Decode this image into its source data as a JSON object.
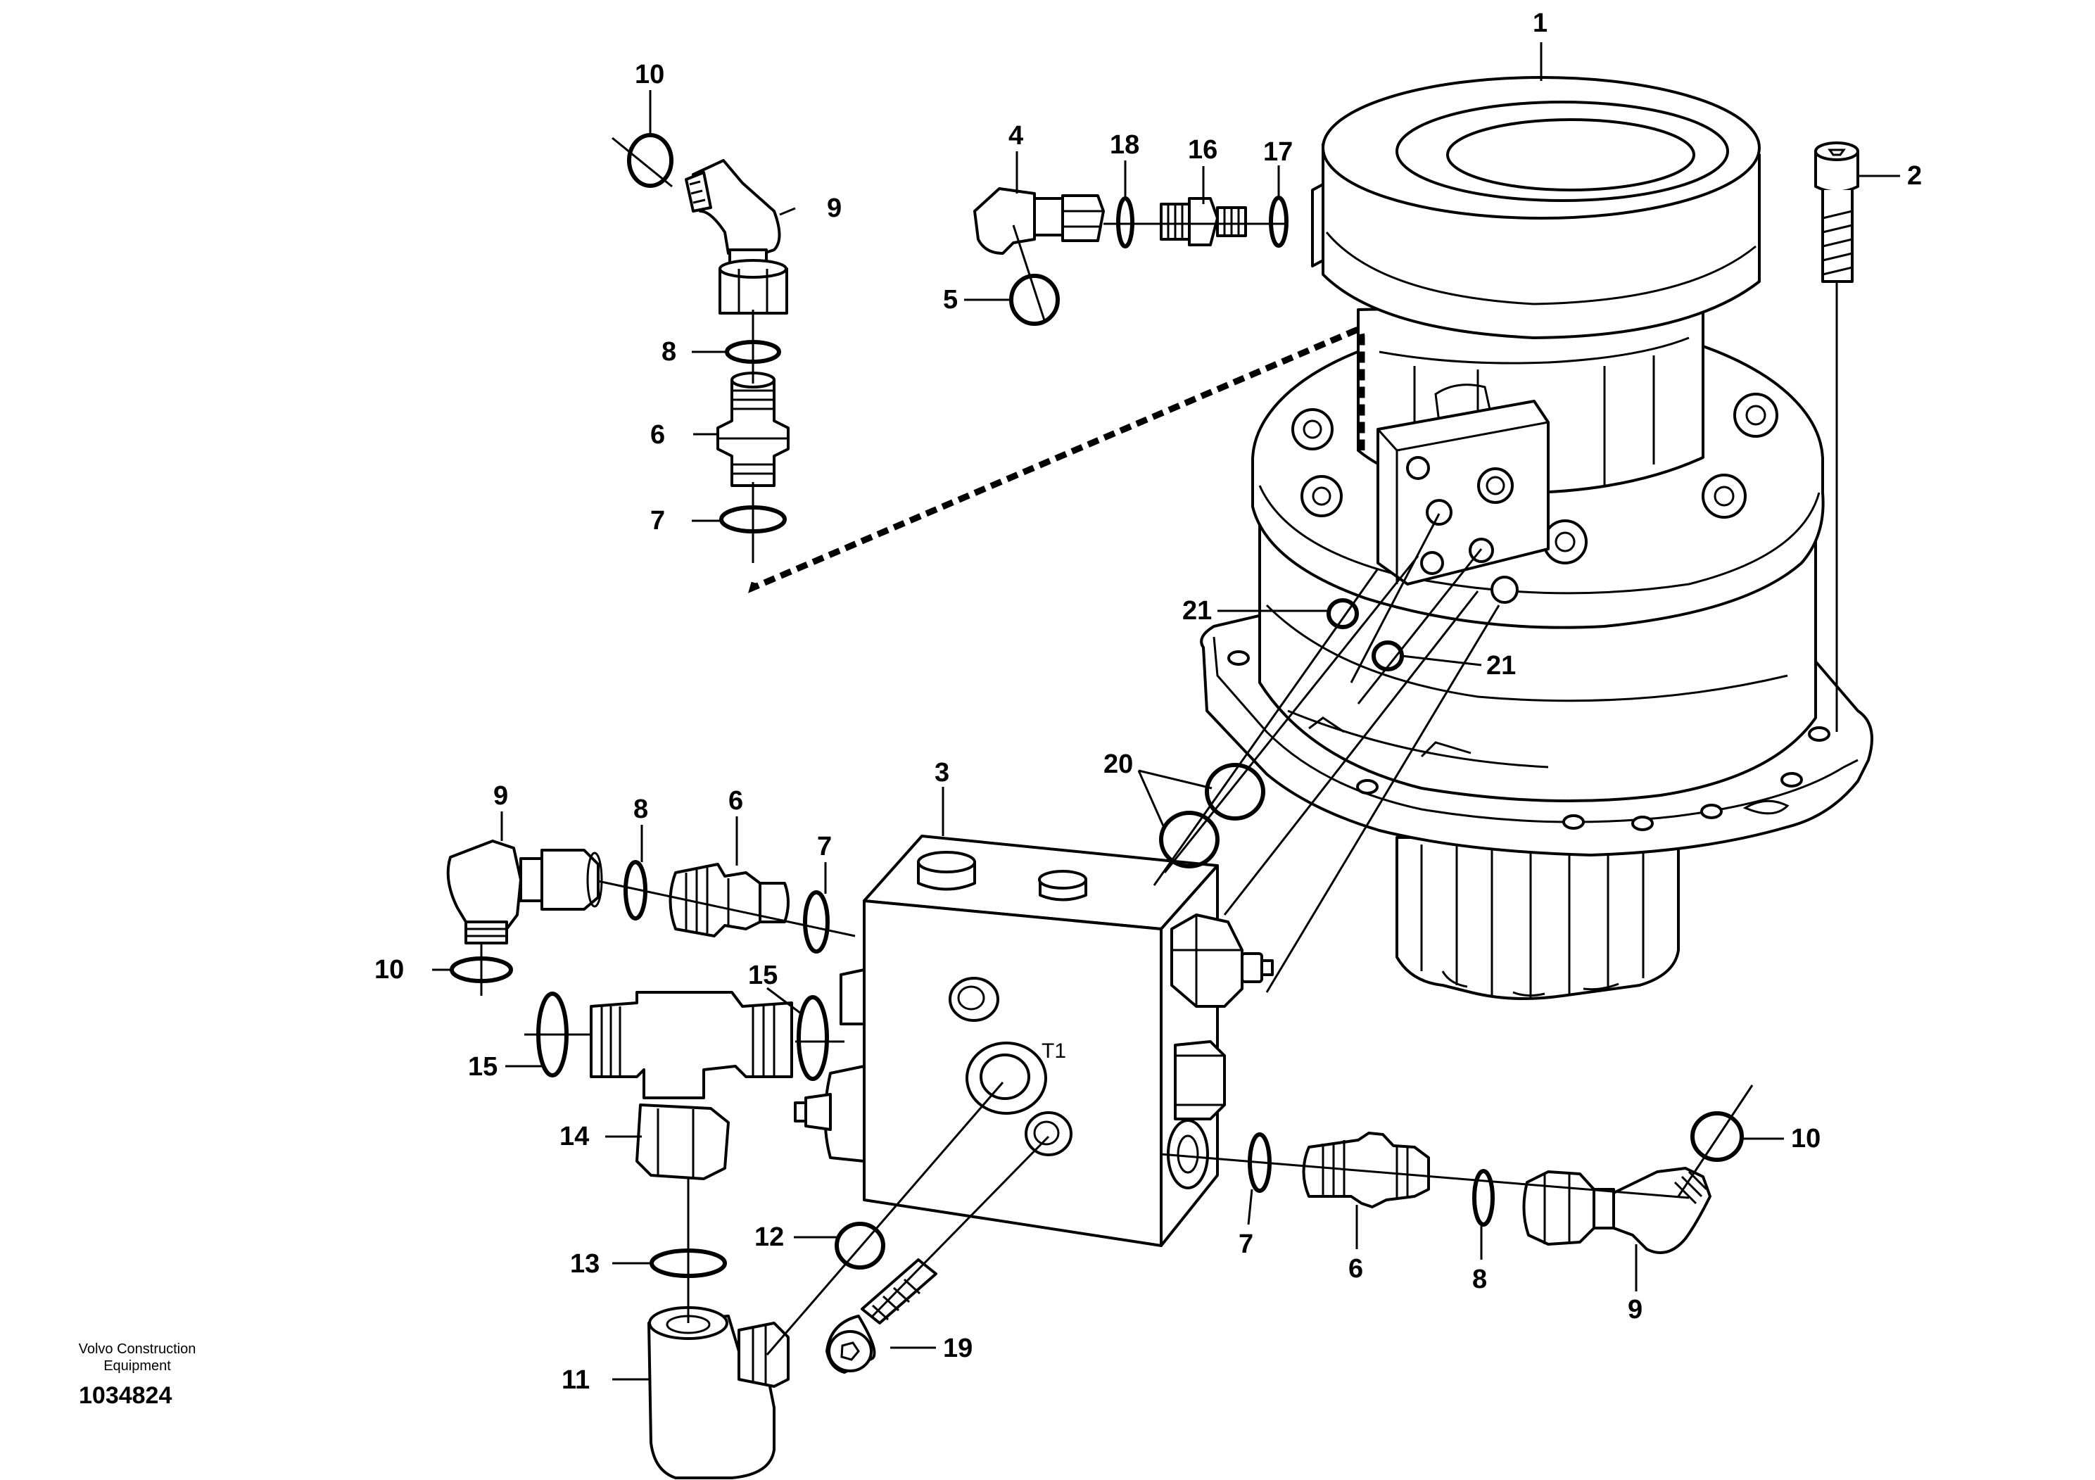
{
  "callouts": {
    "c1": "1",
    "c2": "2",
    "c3": "3",
    "c4": "4",
    "c5": "5",
    "c6a": "6",
    "c6b": "6",
    "c6c": "6",
    "c7a": "7",
    "c7b": "7",
    "c7c": "7",
    "c8a": "8",
    "c8b": "8",
    "c8c": "8",
    "c9a": "9",
    "c9b": "9",
    "c9c": "9",
    "c10a": "10",
    "c10b": "10",
    "c10c": "10",
    "c11": "11",
    "c12": "12",
    "c13": "13",
    "c14": "14",
    "c15a": "15",
    "c15b": "15",
    "c16": "16",
    "c17": "17",
    "c18": "18",
    "c19": "19",
    "c20": "20",
    "c21a": "21",
    "c21b": "21"
  },
  "port_label": "T1",
  "footer": {
    "brand_line1": "Volvo Construction",
    "brand_line2": "Equipment",
    "document_number": "1034824"
  }
}
